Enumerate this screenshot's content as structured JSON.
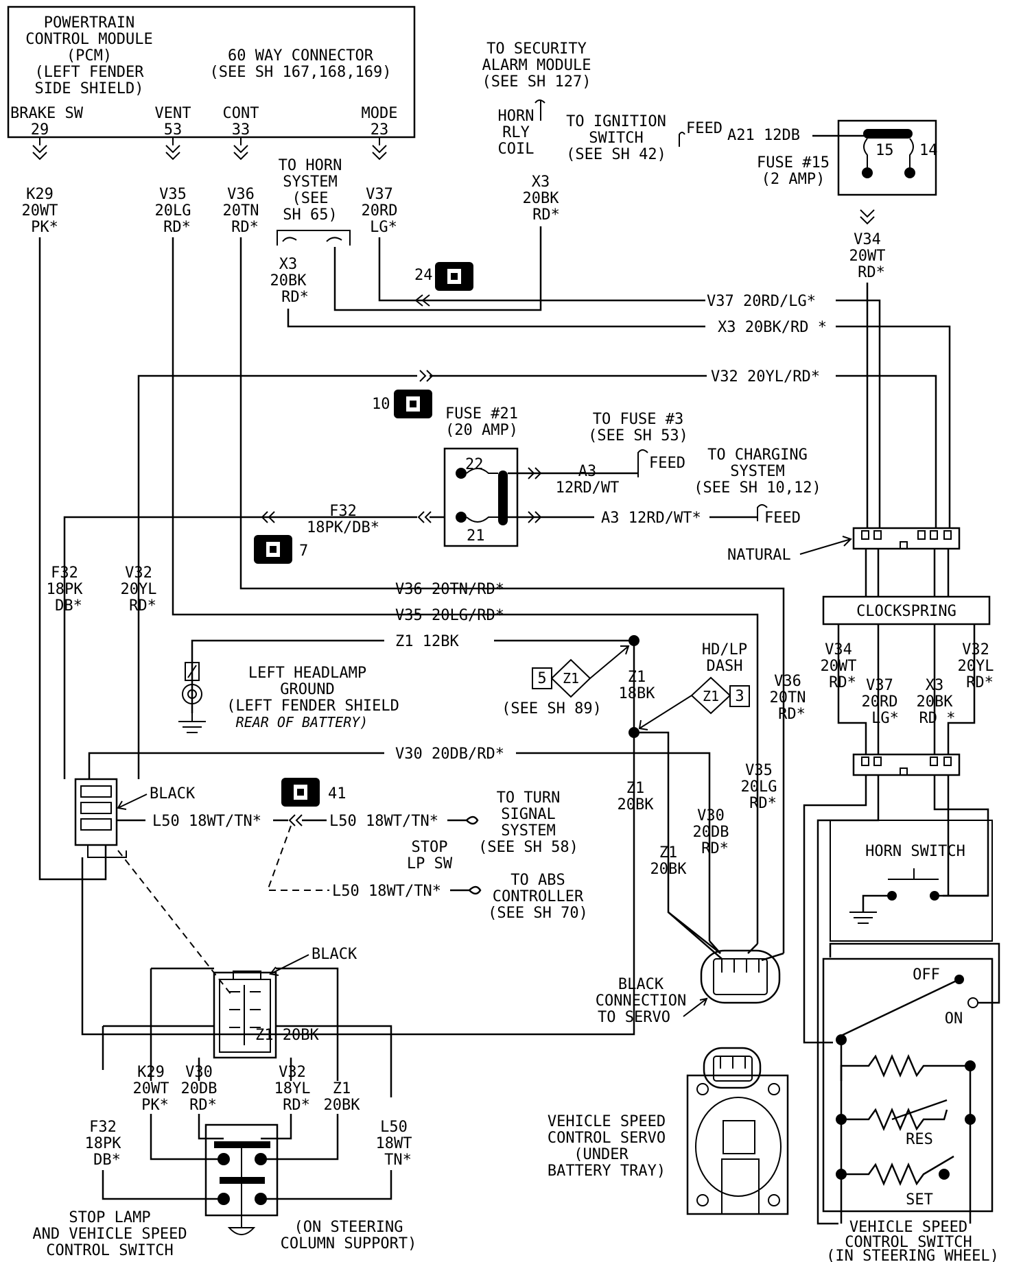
{
  "pcm": {
    "title": [
      "POWERTRAIN",
      "CONTROL MODULE",
      "(PCM)",
      "(LEFT FENDER",
      "SIDE SHIELD)"
    ],
    "connector": [
      "60 WAY CONNECTOR",
      "(SEE SH 167,168,169)"
    ],
    "pins": [
      {
        "name": "BRAKE SW",
        "num": "29",
        "wire": [
          "K29",
          "20WT",
          "PK*"
        ]
      },
      {
        "name": "VENT",
        "num": "53",
        "wire": [
          "V35",
          "20LG",
          "RD*"
        ]
      },
      {
        "name": "CONT",
        "num": "33",
        "wire": [
          "V36",
          "20TN",
          "RD*"
        ]
      },
      {
        "name": "MODE",
        "num": "23",
        "wire": [
          "V37",
          "20RD",
          "LG*"
        ]
      }
    ]
  },
  "horn_system": {
    "label": [
      "TO HORN",
      "SYSTEM",
      "(SEE",
      "SH 65)"
    ],
    "wire": [
      "X3",
      "20BK",
      "RD*"
    ]
  },
  "security": {
    "label": [
      "TO SECURITY",
      "ALARM MODULE",
      "(SEE SH 127)"
    ]
  },
  "horn_relay": {
    "label": [
      "HORN",
      "RLY",
      "COIL"
    ],
    "wire": [
      "X3",
      "20BK",
      "RD*"
    ]
  },
  "ignition": {
    "label": [
      "TO IGNITION",
      "SWITCH",
      "(SEE SH 42)"
    ],
    "feed": "FEED",
    "wire": "A21 12DB"
  },
  "fuse15": {
    "label": [
      "FUSE #15",
      "(2 AMP)"
    ],
    "pin_a": "15",
    "pin_b": "14",
    "wire": [
      "V34",
      "20WT",
      "RD*"
    ]
  },
  "connectors": {
    "c24": "24",
    "c10": "10",
    "c7": "7",
    "c41": "41"
  },
  "main_wires": {
    "v37": "V37 20RD/LG*",
    "x3": "X3 20BK/RD *",
    "v32": "V32 20YL/RD*",
    "v36": "V36 20TN/RD*",
    "v35": "V35 20LG/RD*",
    "z1": "Z1 12BK",
    "v30": "V30 20DB/RD*",
    "z1_bottom": "Z1 20BK"
  },
  "fuse21": {
    "label": [
      "FUSE #21",
      "(20 AMP)"
    ],
    "pin_a": "22",
    "pin_b": "21"
  },
  "fuse3": {
    "label": [
      "TO FUSE #3",
      "(SEE SH 53)"
    ],
    "feed": "FEED",
    "wire": [
      "A3",
      "12RD/WT"
    ]
  },
  "charging": {
    "label": [
      "TO CHARGING",
      "SYSTEM",
      "(SEE SH 10,12)"
    ],
    "feed": "FEED",
    "wire": "A3 12RD/WT*"
  },
  "f32": {
    "wire_top": [
      "F32",
      "18PK/DB*"
    ],
    "wire_left": [
      "F32",
      "18PK",
      "DB*"
    ]
  },
  "v32_left": [
    "V32",
    "20YL",
    "RD*"
  ],
  "natural": "NATURAL",
  "clockspring": {
    "label": "CLOCKSPRING",
    "wires": [
      [
        "V34",
        "20WT",
        "RD*"
      ],
      [
        "V37",
        "20RD",
        "LG*"
      ],
      [
        "X3",
        "20BK",
        "RD *"
      ],
      [
        "V32",
        "20YL",
        "RD*"
      ]
    ]
  },
  "headlamp_ground": {
    "label": [
      "LEFT HEADLAMP",
      "GROUND",
      "(LEFT FENDER SHIELD"
    ],
    "italic": "REAR OF BATTERY)"
  },
  "splice_s5": {
    "num": "5",
    "id": "Z1",
    "ref": "(SEE SH 89)"
  },
  "splice_hd": {
    "label": [
      "HD/LP",
      "DASH"
    ],
    "id": "Z1",
    "num": "3"
  },
  "z1_18bk": [
    "Z1",
    "18BK"
  ],
  "z1_20bk_a": [
    "Z1",
    "20BK"
  ],
  "z1_20bk_b": [
    "Z1",
    "20BK"
  ],
  "v30_vert": [
    "V30",
    "20DB",
    "RD*"
  ],
  "v36_vert": [
    "V36",
    "20TN",
    "RD*"
  ],
  "v35_vert": [
    "V35",
    "20LG",
    "RD*"
  ],
  "black_conn": "BLACK",
  "l50": {
    "left": "L50 18WT/TN*",
    "right": "L50 18WT/TN*",
    "abs": "L50 18WT/TN*"
  },
  "turn_signal": {
    "label": [
      "TO TURN",
      "SIGNAL",
      "SYSTEM",
      "(SEE SH 58)"
    ]
  },
  "stop_lp": {
    "label": [
      "STOP",
      "LP SW"
    ]
  },
  "abs": {
    "label": [
      "TO ABS",
      "CONTROLLER",
      "(SEE SH 70)"
    ]
  },
  "servo_conn": {
    "label": [
      "BLACK",
      "CONNECTION",
      "TO SERVO"
    ]
  },
  "servo": {
    "label": [
      "VEHICLE SPEED",
      "CONTROL SERVO",
      "(UNDER",
      "BATTERY TRAY)"
    ]
  },
  "horn_switch": {
    "label": "HORN SWITCH"
  },
  "vsc_switch": {
    "off": "OFF",
    "on": "ON",
    "res": "RES",
    "set": "SET",
    "label": [
      "VEHICLE SPEED",
      "CONTROL SWITCH",
      "(IN STEERING WHEEL)"
    ]
  },
  "stop_switch": {
    "black": "BLACK",
    "wires": [
      [
        "K29",
        "20WT",
        "PK*"
      ],
      [
        "V30",
        "20DB",
        "RD*"
      ],
      [
        "V32",
        "18YL",
        "RD*"
      ],
      [
        "Z1",
        "20BK"
      ],
      [
        "F32",
        "18PK",
        "DB*"
      ],
      [
        "L50",
        "18WT",
        "TN*"
      ]
    ],
    "label": [
      "STOP LAMP",
      "AND VEHICLE SPEED",
      "CONTROL SWITCH"
    ],
    "location": [
      "(ON STEERING",
      "COLUMN SUPPORT)"
    ]
  }
}
